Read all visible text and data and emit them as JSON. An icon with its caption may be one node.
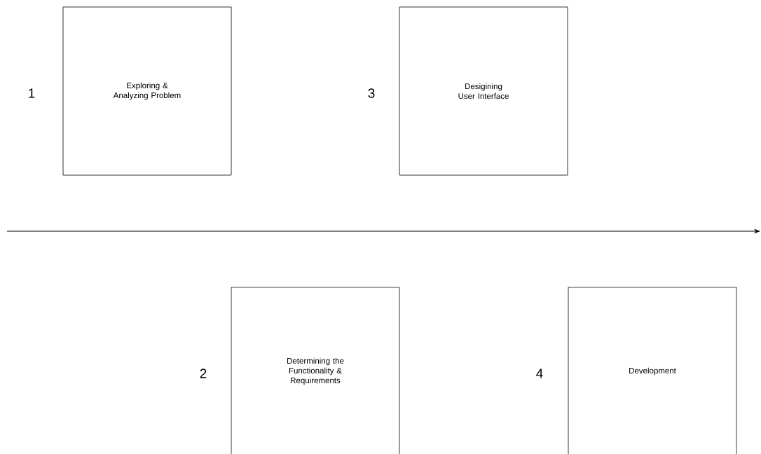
{
  "diagram": {
    "nodes": [
      {
        "text": [
          "Exploring & Analyzing Problem"
        ],
        "beside": [
          "1"
        ]
      },
      {
        "text": [
          "Desigining User Interface"
        ],
        "beside": [
          "3"
        ]
      },
      {
        "text": [
          "Determining the Functionality & Requirements"
        ],
        "beside": [
          "2"
        ]
      },
      {
        "text": [
          "Development"
        ],
        "beside": [
          "4"
        ]
      }
    ]
  }
}
